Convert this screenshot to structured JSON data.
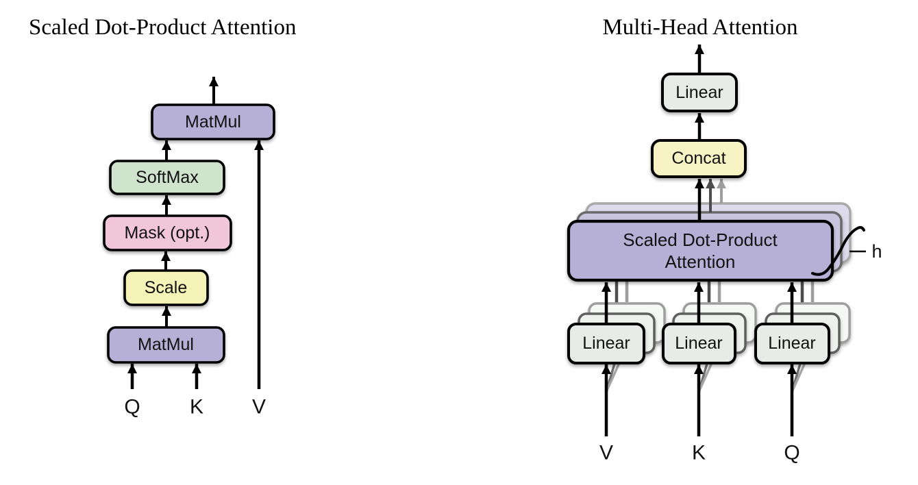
{
  "figure": {
    "left_diagram": {
      "title": "Scaled Dot-Product Attention",
      "nodes": {
        "matmul_top": "MatMul",
        "softmax": "SoftMax",
        "mask": "Mask (opt.)",
        "scale": "Scale",
        "matmul_bottom": "MatMul"
      },
      "inputs": {
        "q": "Q",
        "k": "K",
        "v": "V"
      }
    },
    "right_diagram": {
      "title": "Multi-Head Attention",
      "nodes": {
        "linear_out": "Linear",
        "concat": "Concat",
        "sdpa_line1": "Scaled Dot-Product",
        "sdpa_line2": "Attention",
        "linear_v": "Linear",
        "linear_k": "Linear",
        "linear_q": "Linear"
      },
      "head_count_label": "h",
      "inputs": {
        "v": "V",
        "k": "K",
        "q": "Q"
      }
    },
    "colors": {
      "matmul_fill": "#b7b0d6",
      "sdpa_fill": "#b7b0d6",
      "sdpa_mid_fill": "#c9c5df",
      "sdpa_back_fill": "#dddaeb",
      "softmax_fill": "#cfe3cd",
      "mask_fill": "#f0c6d8",
      "scale_fill": "#f6f3b8",
      "concat_fill": "#f8f3c4",
      "linear_fill": "#e8ece8",
      "linear_mid_fill": "#eef1ee",
      "linear_back_fill": "#f5f7f5",
      "border": "#000000",
      "arrow_black": "#000000",
      "arrow_mid_gray": "#4d4d4d",
      "arrow_light_gray": "#9e9e9e"
    }
  }
}
